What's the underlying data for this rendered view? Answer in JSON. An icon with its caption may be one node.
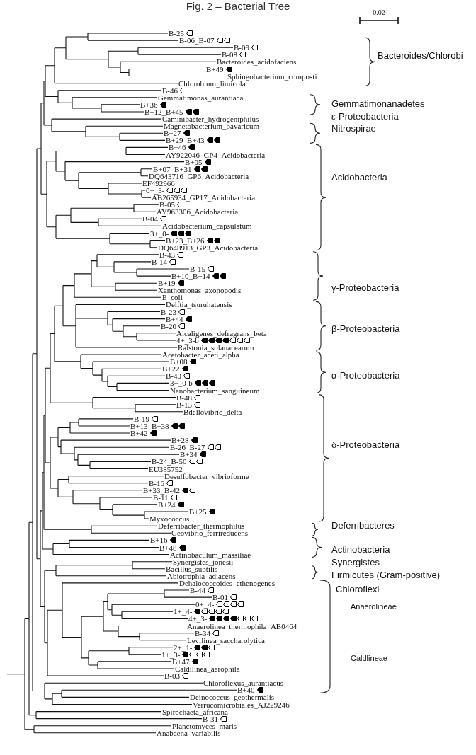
{
  "diagram": {
    "title": "Fig. 2 – Bacterial Tree",
    "labels": [
      "0.02",
      "B-25",
      "B-06_B-07",
      "B-09",
      "B-08",
      "Bacteroides_acidofaciens",
      "B+49",
      "Sphingobacterium_composti",
      "Chlorobium_limicola",
      "B-46",
      "Gemmatimonas_aurantiaca",
      "B+36",
      "B+12_B+45",
      "Caminibacter_hydrogeniphilus",
      "Magnetobacterium_bavaricum",
      "B+27",
      "B+29_B+43",
      "B+46",
      "AY922046_GP4_Acidobacteria",
      "B+05",
      "B+07_B+31",
      "DQ643716_GP6_Acidobacteria",
      "EF492966",
      "0+_3-",
      "AB265934_GP17_Acidobacteria",
      "B-05",
      "AY963306_Acidobacteria",
      "B-04",
      "Acidobacterium_capsulatum",
      "3+_0-",
      "B+23_B+26",
      "DQ648913_GP3_Acidobacteria",
      "B-43",
      "B-14",
      "B-15",
      "B+10_B+14",
      "B+19",
      "Xanthomonas_axonopodis",
      "E_coli",
      "Delftia_tsuruhatensis",
      "B-23",
      "B+44",
      "B-20",
      "Alcaligenes_defragrans_beta",
      "4+_3-b",
      "Ralstonia_solanacearum",
      "Acetobacter_aceti_alpha",
      "B+08",
      "B+22",
      "B-40",
      "3+_0-b",
      "Nanobacterium_sanguineum",
      "B-48",
      "B-13",
      "Bdellovibrio_delta",
      "B-19",
      "B+13_B+38",
      "B+42",
      "B+28",
      "B-26_B-27",
      "B+34",
      "B-24_B-50",
      "EU385752",
      "Desulfobacter_vibrioforme",
      "B-16",
      "B+33_B-42",
      "B-11",
      "B+24",
      "B+25",
      "Myxococcus",
      "Deferribacter_thermophilus",
      "Geovibrio_ferrireducens",
      "B+16",
      "B+48",
      "Actinobaculum_massiliae",
      "Synergistes_jonesii",
      "Bacillus_subtilis",
      "Abiotrophia_adiacens",
      "Dehalococcoides_ethenogenes",
      "B-44",
      "B-01",
      "0+_4-",
      "1+_4-",
      "4+_3-",
      "Anaerolinea_thermophila_AB0464",
      "B-34",
      "Levilinea_saccharolytica",
      "2+_1-",
      "1+_3-",
      "B+47",
      "Caldilinea_aerophila",
      "B-03",
      "Chloroflexus_aurantiacus",
      "B+40",
      "Deinococcus_geothermalis",
      "Verrucomicrobiales_AJ229246",
      "Spirochaeta_africana",
      "B-31",
      "Planctomyces_maris",
      "Anabaena_variabilis",
      "Bacteroides/Chlorobi",
      "Gemmatimonanadetes",
      "ε-Proteobacteria",
      "Nitrospirae",
      "Acidobacteria",
      "γ-Proteobacteria",
      "β-Proteobacteria",
      "α-Proteobacteria",
      "δ-Proteobacteria",
      "Deferribacteres",
      "Actinobacteria",
      "Synergistes",
      "Firmicutes (Gram-positive)",
      "Chloroflexi",
      "Anaerolineae",
      "Caldlineae"
    ]
  }
}
